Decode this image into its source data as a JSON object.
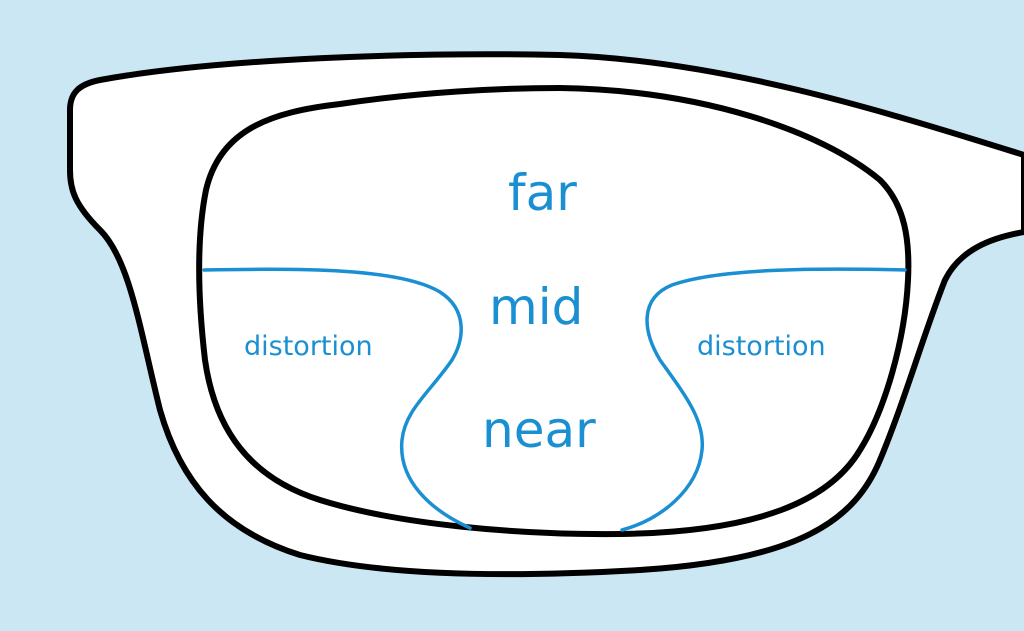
{
  "diagram": {
    "subject": "progressive lens vision zones",
    "colors": {
      "background": "#cce7f4",
      "frame_fill": "#ffffff",
      "frame_stroke": "#000000",
      "zone_line": "#1a8fd1",
      "label_text": "#1a8fd1"
    },
    "zones": {
      "far": "far",
      "mid": "mid",
      "near": "near"
    },
    "side_regions": {
      "left": "distortion",
      "right": "distortion"
    }
  }
}
